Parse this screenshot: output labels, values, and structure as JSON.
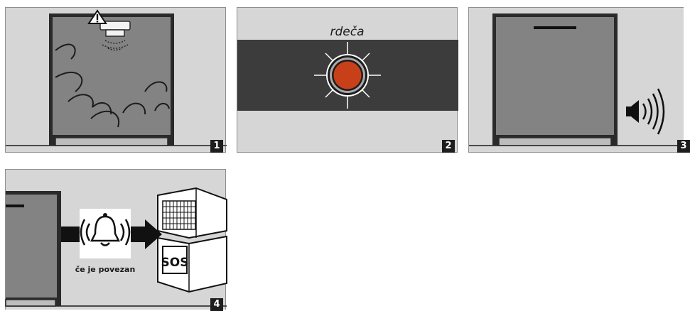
{
  "panels": [
    {
      "number": "1"
    },
    {
      "number": "2",
      "caption": "rdeča"
    },
    {
      "number": "3"
    },
    {
      "number": "4",
      "caption": "če je povezan",
      "label_sos": "SOS"
    }
  ],
  "colors": {
    "panel_bg": "#d6d6d6",
    "appliance_fill": "#838383",
    "frame": "#2a2a2a",
    "band_dark": "#3c3c3c",
    "indicator_red": "#c8401a"
  },
  "icons": [
    "warning-icon",
    "smoke-detector-icon",
    "red-light-icon",
    "speaker-icon",
    "bell-icon",
    "arrow-right-icon",
    "sos-station-icon"
  ]
}
